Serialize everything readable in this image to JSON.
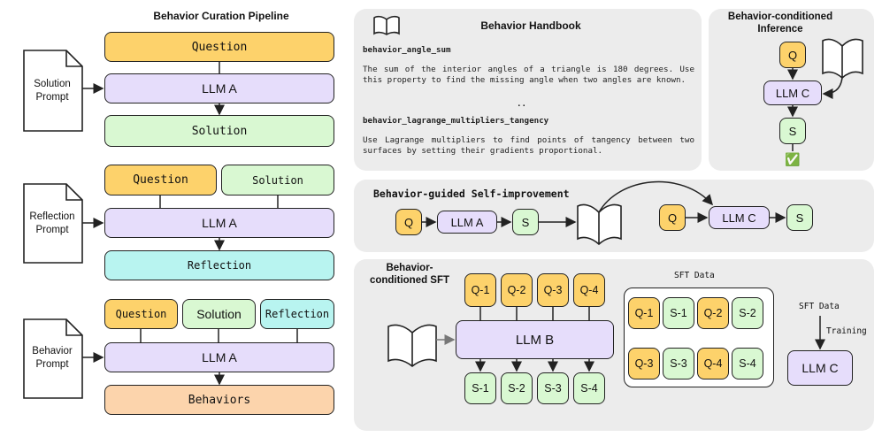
{
  "pipeline": {
    "title": "Behavior Curation Pipeline",
    "stage1": {
      "prompt": "Solution Prompt",
      "question": "Question",
      "llm": "LLM A",
      "output": "Solution"
    },
    "stage2": {
      "prompt": "Reflection Prompt",
      "question": "Question",
      "solution": "Solution",
      "llm": "LLM A",
      "output": "Reflection"
    },
    "stage3": {
      "prompt": "Behavior Prompt",
      "question": "Question",
      "solution": "Solution",
      "reflection": "Reflection",
      "llm": "LLM A",
      "output": "Behaviors"
    }
  },
  "handbook": {
    "title": "Behavior Handbook",
    "b1_name": "behavior_angle_sum",
    "b1_text": "The sum of the interior angles of a triangle is 180 degrees. Use this property to find the missing angle when two angles are known.",
    "ellipsis": "..",
    "b2_name": "behavior_lagrange_multipliers_tangency",
    "b2_text": "Use Lagrange multipliers to find points of tangency between two surfaces by setting their gradients proportional."
  },
  "inference": {
    "title": "Behavior-conditioned Inference",
    "q": "Q",
    "llm": "LLM C",
    "s": "S",
    "check": "✅"
  },
  "self_improvement": {
    "title": "Behavior-guided Self-improvement",
    "q1": "Q",
    "llm1": "LLM A",
    "s1": "S",
    "q2": "Q",
    "llm2": "LLM C",
    "s2": "S"
  },
  "sft": {
    "title": "Behavior-conditioned SFT",
    "questions": [
      "Q-1",
      "Q-2",
      "Q-3",
      "Q-4"
    ],
    "llm": "LLM B",
    "solutions": [
      "S-1",
      "S-2",
      "S-3",
      "S-4"
    ],
    "data_title": "SFT Data",
    "pairs": [
      [
        "Q-1",
        "S-1"
      ],
      [
        "Q-2",
        "S-2"
      ],
      [
        "Q-3",
        "S-3"
      ],
      [
        "Q-4",
        "S-4"
      ]
    ],
    "data_label": "SFT Data",
    "training_label": "Training",
    "trained_llm": "LLM C"
  },
  "icon": "open-book-icon"
}
